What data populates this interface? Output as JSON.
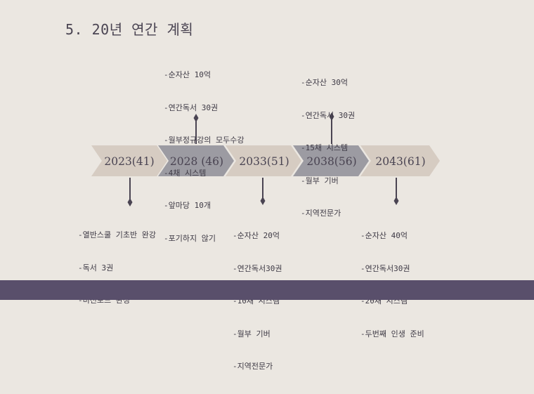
{
  "slide": {
    "title": "5. 20년 연간 계획"
  },
  "colors": {
    "background": "#ebe7e1",
    "chevron_light": "#d6ccc2",
    "chevron_dark": "#9c9ba2",
    "connector": "#4a4452",
    "footer": "#594f6b"
  },
  "timeline": {
    "milestones": [
      {
        "label": "2023(41)",
        "shade": "light"
      },
      {
        "label": "2028 (46)",
        "shade": "dark"
      },
      {
        "label": "2033(51)",
        "shade": "light"
      },
      {
        "label": "2038(56)",
        "shade": "dark"
      },
      {
        "label": "2043(61)",
        "shade": "light"
      }
    ]
  },
  "notes": {
    "m2023": [
      "-열반스쿨 기초반 완강",
      "-독서 3권",
      "-비전보드 완성"
    ],
    "m2028": [
      "-순자산 10억",
      "-연간독서 30권",
      "-월부정규강의 모두수강",
      "-4채 시스템",
      "-앞마당 10개",
      "-포기하지 않기"
    ],
    "m2033": [
      "-순자산 20억",
      "-연간독서30권",
      "-10채 시스템",
      "-월부 기버",
      "-지역전문가"
    ],
    "m2038": [
      "-순자산 30억",
      "-연간독서 30권",
      "-15채 시스템",
      "-월부 기버",
      "-지역전문가"
    ],
    "m2043": [
      "-순자산 40억",
      "-연간독서30권",
      "-20채 시스템",
      "-두번째 인생 준비"
    ]
  }
}
